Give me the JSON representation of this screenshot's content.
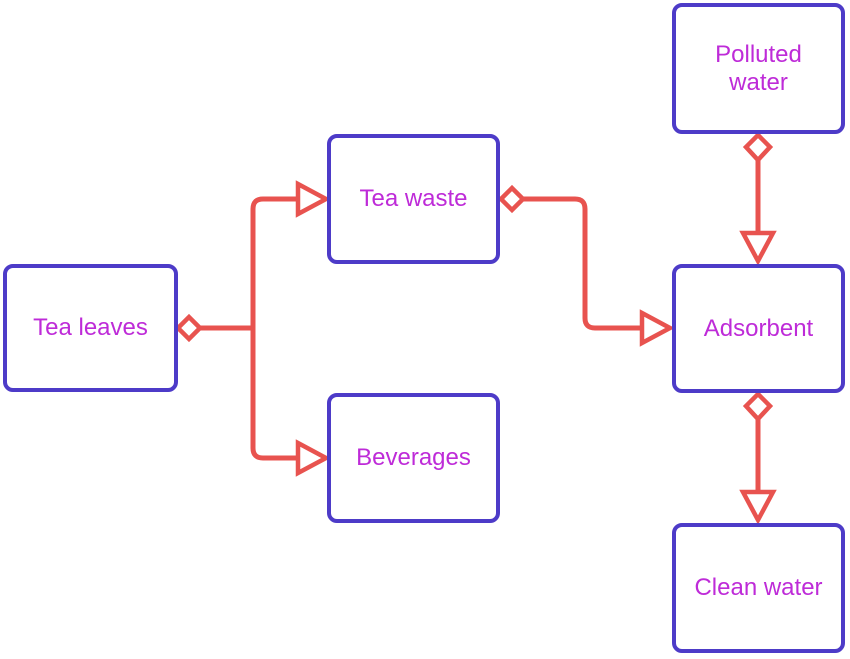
{
  "diagram": {
    "type": "flowchart",
    "background_color": "#ffffff",
    "colors": {
      "node_border": "#4d3bc8",
      "node_fill": "#ffffff",
      "node_text": "#be2bd8",
      "connector": "#e8534f",
      "marker_fill": "#ffffff"
    },
    "nodes": [
      {
        "id": "tea-leaves",
        "label": "Tea leaves"
      },
      {
        "id": "tea-waste",
        "label": "Tea waste"
      },
      {
        "id": "beverages",
        "label": "Beverages"
      },
      {
        "id": "polluted-water",
        "label": "Polluted water"
      },
      {
        "id": "adsorbent",
        "label": "Adsorbent"
      },
      {
        "id": "clean-water",
        "label": "Clean water"
      }
    ],
    "edges": [
      {
        "from": "tea-leaves",
        "to": "tea-waste",
        "source_marker": "open-diamond",
        "target_marker": "open-triangle",
        "route": "right-up-right"
      },
      {
        "from": "tea-leaves",
        "to": "beverages",
        "source_marker": "shared-diamond",
        "target_marker": "open-triangle",
        "route": "right-down-right"
      },
      {
        "from": "tea-waste",
        "to": "adsorbent",
        "source_marker": "open-diamond",
        "target_marker": "open-triangle",
        "route": "right-down-right"
      },
      {
        "from": "polluted-water",
        "to": "adsorbent",
        "source_marker": "open-diamond",
        "target_marker": "open-triangle",
        "route": "down"
      },
      {
        "from": "adsorbent",
        "to": "clean-water",
        "source_marker": "open-diamond",
        "target_marker": "open-triangle",
        "route": "down"
      }
    ]
  }
}
